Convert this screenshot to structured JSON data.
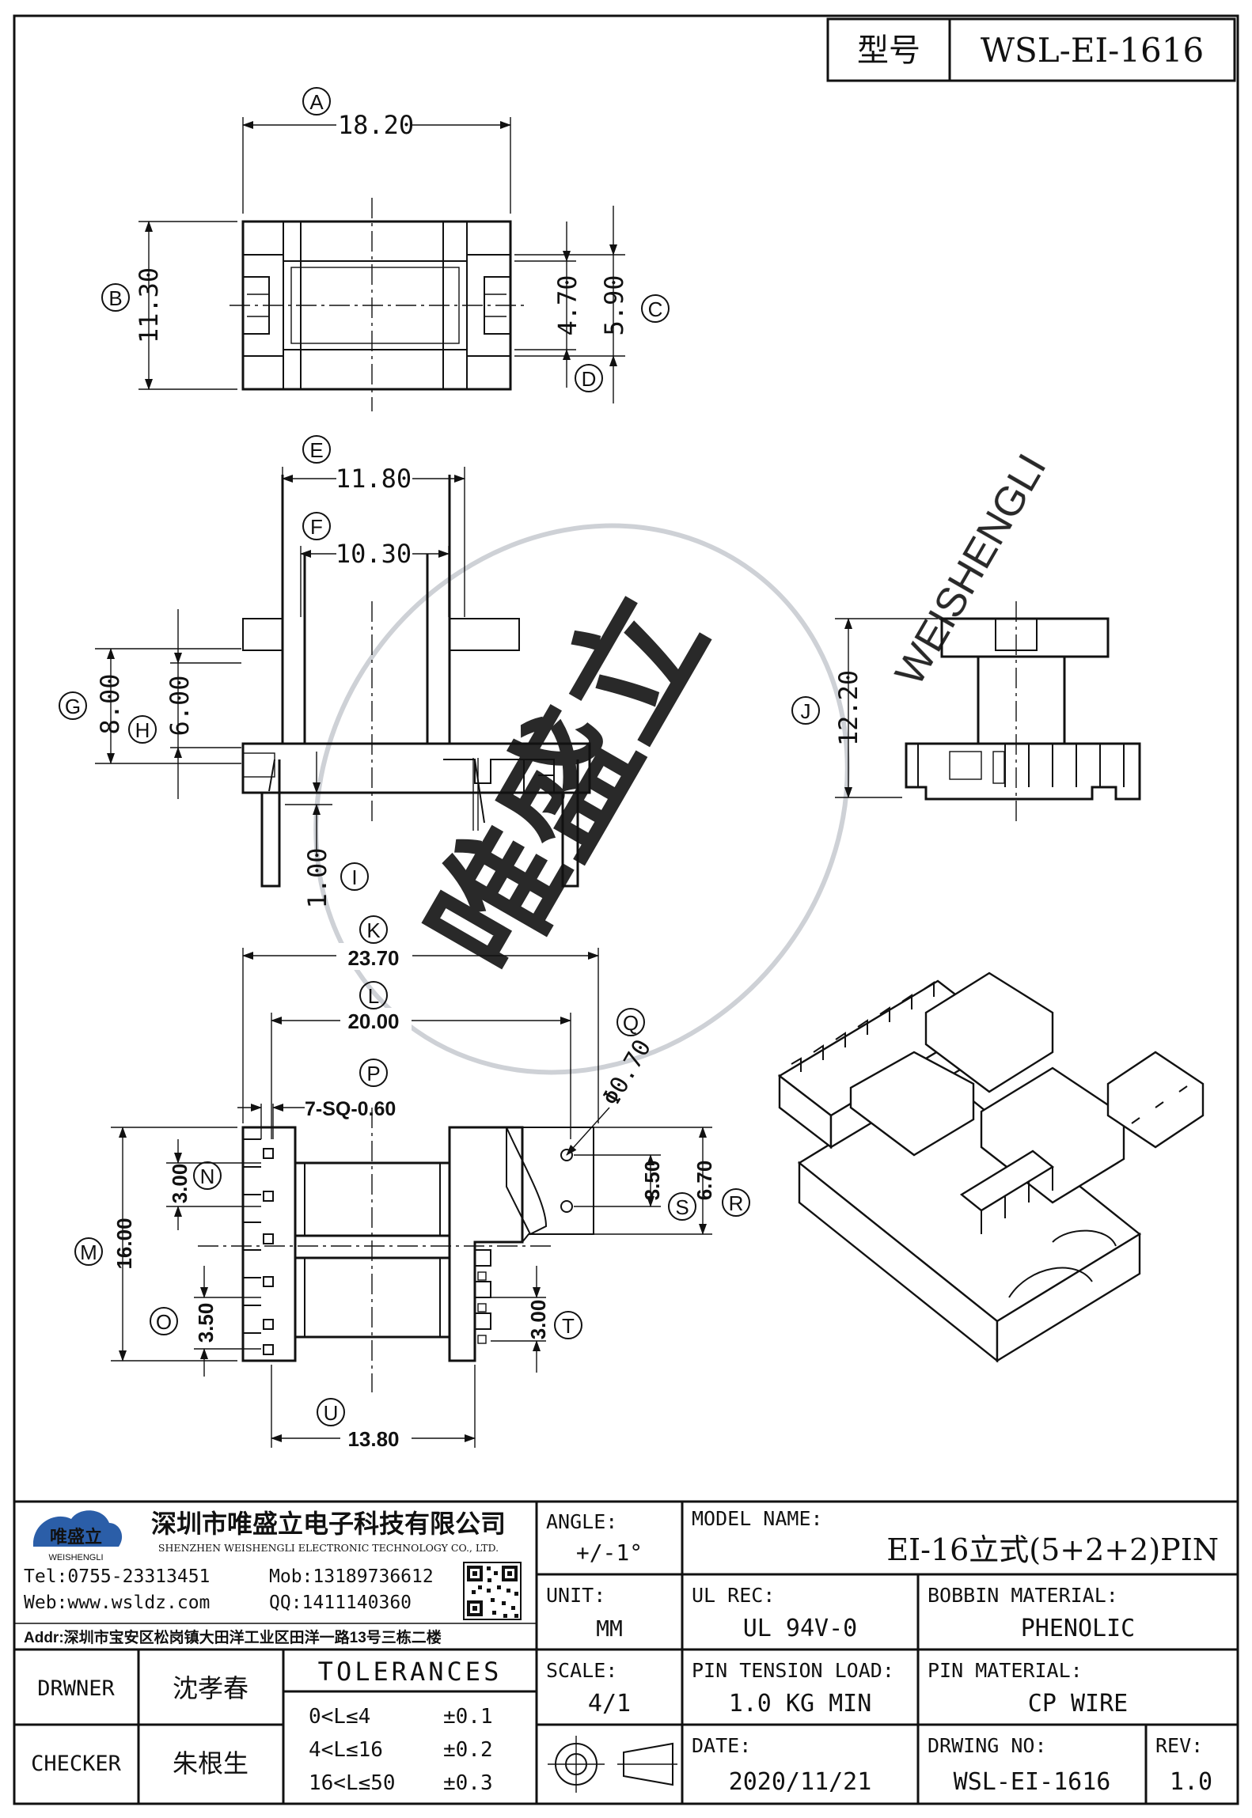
{
  "header": {
    "model_label": "型号",
    "model_value": "WSL-EI-1616"
  },
  "watermark": {
    "brand_cn": "唯盛立",
    "brand_en": "WEISHENGLI"
  },
  "dims": {
    "A": {
      "tag": "A",
      "value": "18.20"
    },
    "B": {
      "tag": "B",
      "value": "11.30"
    },
    "C": {
      "tag": "C",
      "value": "5.90"
    },
    "D": {
      "tag": "D",
      "value": "4.70"
    },
    "E": {
      "tag": "E",
      "value": "11.80"
    },
    "F": {
      "tag": "F",
      "value": "10.30"
    },
    "G": {
      "tag": "G",
      "value": "8.00"
    },
    "H": {
      "tag": "H",
      "value": "6.00"
    },
    "I": {
      "tag": "I",
      "value": "1.00"
    },
    "J": {
      "tag": "J",
      "value": "12.20"
    },
    "K": {
      "tag": "K",
      "value": "23.70"
    },
    "L": {
      "tag": "L",
      "value": "20.00"
    },
    "M": {
      "tag": "M",
      "value": "16.00"
    },
    "N": {
      "tag": "N",
      "value": "3.00"
    },
    "O": {
      "tag": "O",
      "value": "3.50"
    },
    "P": {
      "tag": "P",
      "value": "7-SQ-0.60"
    },
    "Q": {
      "tag": "Q",
      "value": "Φ0.70"
    },
    "R": {
      "tag": "R",
      "value": "6.70"
    },
    "S": {
      "tag": "S",
      "value": "3.50"
    },
    "T": {
      "tag": "T",
      "value": "3.00"
    },
    "U": {
      "tag": "U",
      "value": "13.80"
    }
  },
  "company": {
    "logo_text": "唯盛立",
    "logo_sub": "WEISHENGLI",
    "name_cn": "深圳市唯盛立电子科技有限公司",
    "name_en": "SHENZHEN WEISHENGLI ELECTRONIC TECHNOLOGY CO., LTD.",
    "tel": "Tel:0755-23313451",
    "mob": "Mob:13189736612",
    "web": "Web:www.wsldz.com",
    "qq": "QQ:1411140360",
    "addr": "Addr:深圳市宝安区松岗镇大田洋工业区田洋一路13号三栋二楼"
  },
  "title_block": {
    "angle_label": "ANGLE:",
    "angle_value": "+/-1°",
    "model_name_label": "MODEL NAME:",
    "model_name_value": "EI-16立式(5+2+2)PIN",
    "unit_label": "UNIT:",
    "unit_value": "MM",
    "ul_label": "UL REC:",
    "ul_value": "UL 94V-0",
    "bobbin_label": "BOBBIN MATERIAL:",
    "bobbin_value": "PHENOLIC",
    "scale_label": "SCALE:",
    "scale_value": "4/1",
    "pin_tension_label": "PIN TENSION LOAD:",
    "pin_tension_value": "1.0 KG MIN",
    "pin_material_label": "PIN MATERIAL:",
    "pin_material_value": "CP WIRE",
    "date_label": "DATE:",
    "date_value": "2020/11/21",
    "drawing_no_label": "DRWING NO:",
    "drawing_no_value": "WSL-EI-1616",
    "rev_label": "REV:",
    "rev_value": "1.0",
    "drawer_label": "DRWNER",
    "drawer_value": "沈孝春",
    "checker_label": "CHECKER",
    "checker_value": "朱根生",
    "tolerances_label": "TOLERANCES",
    "tolerances": [
      {
        "range": "0<L≤4",
        "tol": "±0.1"
      },
      {
        "range": "4<L≤16",
        "tol": "±0.2"
      },
      {
        "range": "16<L≤50",
        "tol": "±0.3"
      }
    ]
  }
}
